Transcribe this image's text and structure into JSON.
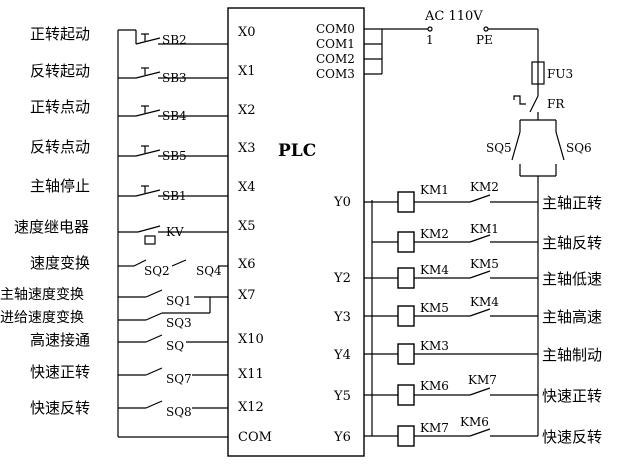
{
  "plc": {
    "label": "PLC"
  },
  "power": {
    "ac_label": "AC  110V",
    "terminal_1": "1",
    "terminal_pe": "PE",
    "fuse": "FU3",
    "fr": "FR",
    "sq5": "SQ5",
    "sq6": "SQ6"
  },
  "inputs": [
    {
      "name": "正转起动",
      "device": "SB2",
      "terminal": "X0"
    },
    {
      "name": "反转起动",
      "device": "SB3",
      "terminal": "X1"
    },
    {
      "name": "正转点动",
      "device": "SB4",
      "terminal": "X2"
    },
    {
      "name": "反转点动",
      "device": "SB5",
      "terminal": "X3"
    },
    {
      "name": "主轴停止",
      "device": "SB1",
      "terminal": "X4"
    },
    {
      "name": "速度继电器",
      "device": "KV",
      "terminal": "X5"
    },
    {
      "name": "速度变换",
      "device": "SQ2",
      "device2": "SQ4",
      "terminal": "X6"
    },
    {
      "name": "主轴速度变换",
      "name2": "进给速度变换",
      "device": "SQ1",
      "device2": "SQ3",
      "terminal": "X7"
    },
    {
      "name": "高速接通",
      "device": "SQ",
      "terminal": "X10"
    },
    {
      "name": "快速正转",
      "device": "SQ7",
      "terminal": "X11"
    },
    {
      "name": "快速反转",
      "device": "SQ8",
      "terminal": "X12"
    },
    {
      "terminal": "COM"
    }
  ],
  "coms": [
    "COM0",
    "COM1",
    "COM2",
    "COM3"
  ],
  "outputs": [
    {
      "terminal": "Y0",
      "coil": "KM1",
      "interlock": "KM2",
      "name": "主轴正转"
    },
    {
      "terminal": "",
      "coil": "KM2",
      "interlock": "KM1",
      "name": "主轴反转"
    },
    {
      "terminal": "Y2",
      "coil": "KM4",
      "interlock": "KM5",
      "name": "主轴低速"
    },
    {
      "terminal": "Y3",
      "coil": "KM5",
      "interlock": "KM4",
      "name": "主轴高速"
    },
    {
      "terminal": "Y4",
      "coil": "KM3",
      "interlock": "",
      "name": "主轴制动"
    },
    {
      "terminal": "Y5",
      "coil": "KM6",
      "interlock": "KM7",
      "name": "快速正转"
    },
    {
      "terminal": "Y6",
      "coil": "KM7",
      "interlock": "KM6",
      "name": "快速反转"
    }
  ]
}
